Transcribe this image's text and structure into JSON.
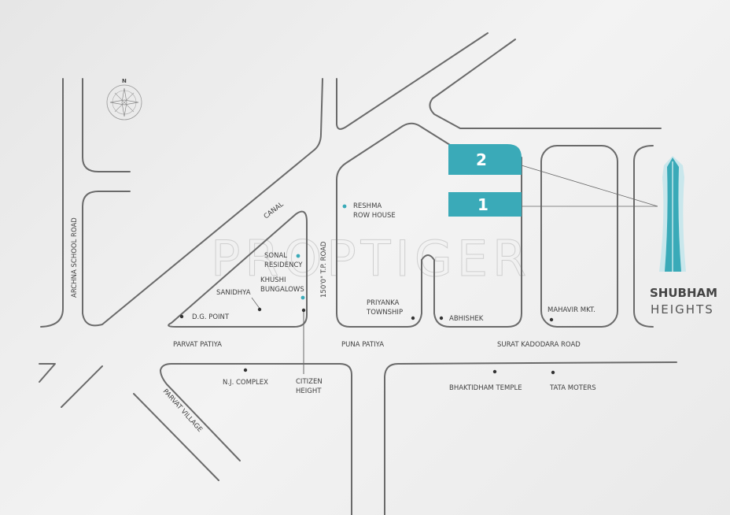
{
  "watermark": "PROPTIGER",
  "compass": {
    "north_label": "N"
  },
  "project": {
    "name_line1": "SHUBHAM",
    "name_line2": "HEIGHTS",
    "tower_markers": [
      "2",
      "1"
    ]
  },
  "colors": {
    "accent": "#3aaab8",
    "road": "#6a6a6a",
    "text": "#3f3f3f"
  },
  "roads": {
    "archna_school_road": "ARCHNA SCHOOL ROAD",
    "canal": "CANAL",
    "tp_road": "150'0\" T.P. ROAD",
    "parvat_patiya": "PARVAT PATIYA",
    "puna_patiya": "PUNA PATIYA",
    "surat_kadodara_road": "SURAT KADODARA ROAD",
    "parvat_village": "PARVAT VILLAGE"
  },
  "landmarks": {
    "reshma_1": "RESHMA",
    "reshma_2": "ROW HOUSE",
    "sonal_1": "SONAL",
    "sonal_2": "RESIDENCY",
    "khushi_1": "KHUSHI",
    "khushi_2": "BUNGALOWS",
    "sanidhya": "SANIDHYA",
    "dg_point": "D.G. POINT",
    "priyanka_1": "PRIYANKA",
    "priyanka_2": "TOWNSHIP",
    "abhishek": "ABHISHEK",
    "mahavir": "MAHAVIR MKT.",
    "nj_complex": "N.J. COMPLEX",
    "citizen_1": "CITIZEN",
    "citizen_2": "HEIGHT",
    "bhaktidham": "BHAKTIDHAM TEMPLE",
    "tata": "TATA MOTERS"
  }
}
